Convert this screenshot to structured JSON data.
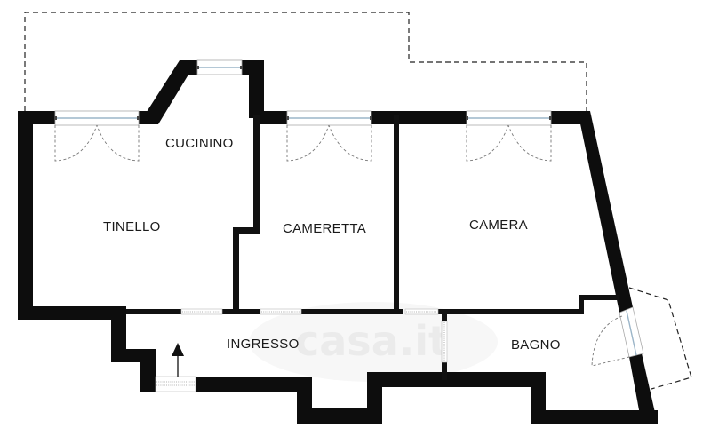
{
  "plan": {
    "type": "floor-plan",
    "rooms": [
      {
        "id": "tinello",
        "label": "TINELLO"
      },
      {
        "id": "cucinino",
        "label": "CUCININO"
      },
      {
        "id": "cameretta",
        "label": "CAMERETTA"
      },
      {
        "id": "camera",
        "label": "CAMERA"
      },
      {
        "id": "ingresso",
        "label": "INGRESSO"
      },
      {
        "id": "bagno",
        "label": "BAGNO"
      }
    ],
    "entrance_marker": "entrance-arrow",
    "watermark": "casa.it",
    "colors": {
      "wall": "#0d0d0d",
      "window_glass": "#9bb5c8",
      "dashed_outline": "#222222",
      "background": "#ffffff"
    }
  }
}
